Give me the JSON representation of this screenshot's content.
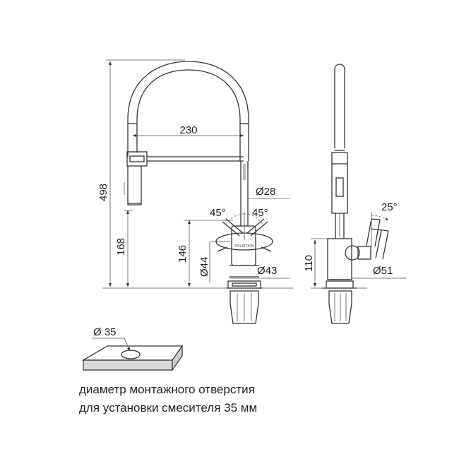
{
  "dimensions": {
    "width_230": "230",
    "height_498": "498",
    "height_168": "168",
    "height_146": "146",
    "height_110": "110",
    "dia_28": "Ø28",
    "dia_44": "Ø44",
    "dia_43": "Ø43",
    "dia_51": "Ø51",
    "dia_35": "Ø 35",
    "angle_left": "45°",
    "angle_right": "45°",
    "angle_side": "25°"
  },
  "brand_mark": "POLATOON",
  "caption": {
    "line1": "диаметр монтажного отверстия",
    "line2": "для установки смесителя 35 мм"
  }
}
